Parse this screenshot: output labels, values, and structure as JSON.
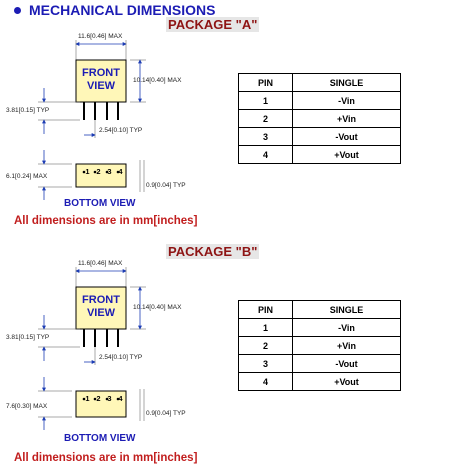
{
  "heading": "MECHANICAL DIMENSIONS",
  "colors": {
    "heading": "#1c1cb4",
    "package_title": "#8e1414",
    "note": "#c11e1e",
    "body_fill": "#fff7b8",
    "dim_arrow": "#1c3cb4"
  },
  "packages": [
    {
      "title": "PACKAGE \"A\"",
      "front_view": [
        "FRONT",
        "VIEW"
      ],
      "bottom_view": "BOTTOM VIEW",
      "dims": {
        "width": "11.6[0.46] MAX",
        "height": "10.14[0.40] MAX",
        "pin_length": "3.81[0.15] TYP",
        "pitch": "2.54[0.10] TYP",
        "depth": "6.1[0.24] MAX",
        "pin_width": "0.9[0.04] TYP"
      },
      "pin_numbers": [
        "1",
        "2",
        "3",
        "4"
      ],
      "note": "All dimensions are in mm[inches]",
      "table": {
        "headers": [
          "PIN",
          "SINGLE"
        ],
        "rows": [
          [
            "1",
            "-Vin"
          ],
          [
            "2",
            "+Vin"
          ],
          [
            "3",
            "-Vout"
          ],
          [
            "4",
            "+Vout"
          ]
        ]
      }
    },
    {
      "title": "PACKAGE \"B\"",
      "front_view": [
        "FRONT",
        "VIEW"
      ],
      "bottom_view": "BOTTOM VIEW",
      "dims": {
        "width": "11.6[0.46] MAX",
        "height": "10.14[0.40] MAX",
        "pin_length": "3.81[0.15] TYP",
        "pitch": "2.54[0.10] TYP",
        "depth": "7.6[0.30] MAX",
        "pin_width": "0.9[0.04] TYP"
      },
      "pin_numbers": [
        "1",
        "2",
        "3",
        "4"
      ],
      "note": "All dimensions are in mm[inches]",
      "table": {
        "headers": [
          "PIN",
          "SINGLE"
        ],
        "rows": [
          [
            "1",
            "-Vin"
          ],
          [
            "2",
            "+Vin"
          ],
          [
            "3",
            "-Vout"
          ],
          [
            "4",
            "+Vout"
          ]
        ]
      }
    }
  ]
}
